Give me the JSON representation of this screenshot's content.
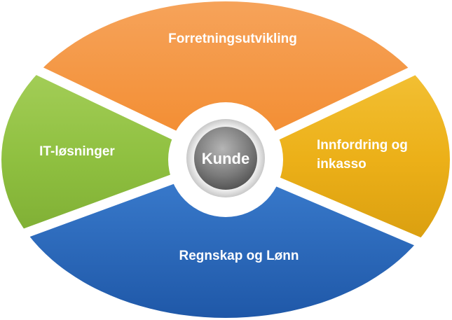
{
  "diagram": {
    "center": {
      "label": "Kunde",
      "color": "#7a7a7a"
    },
    "segments": [
      {
        "id": "top",
        "label_lines": [
          "Forretningsutvikling"
        ],
        "color": "#f0882a"
      },
      {
        "id": "left",
        "label_lines": [
          "IT-løsninger"
        ],
        "color": "#8cbd3a"
      },
      {
        "id": "right",
        "label_lines": [
          "Innfordring og",
          "inkasso"
        ],
        "color": "#e8aa10"
      },
      {
        "id": "bottom",
        "label_lines": [
          "Regnskap og Lønn"
        ],
        "color": "#3a7cd0"
      }
    ]
  }
}
